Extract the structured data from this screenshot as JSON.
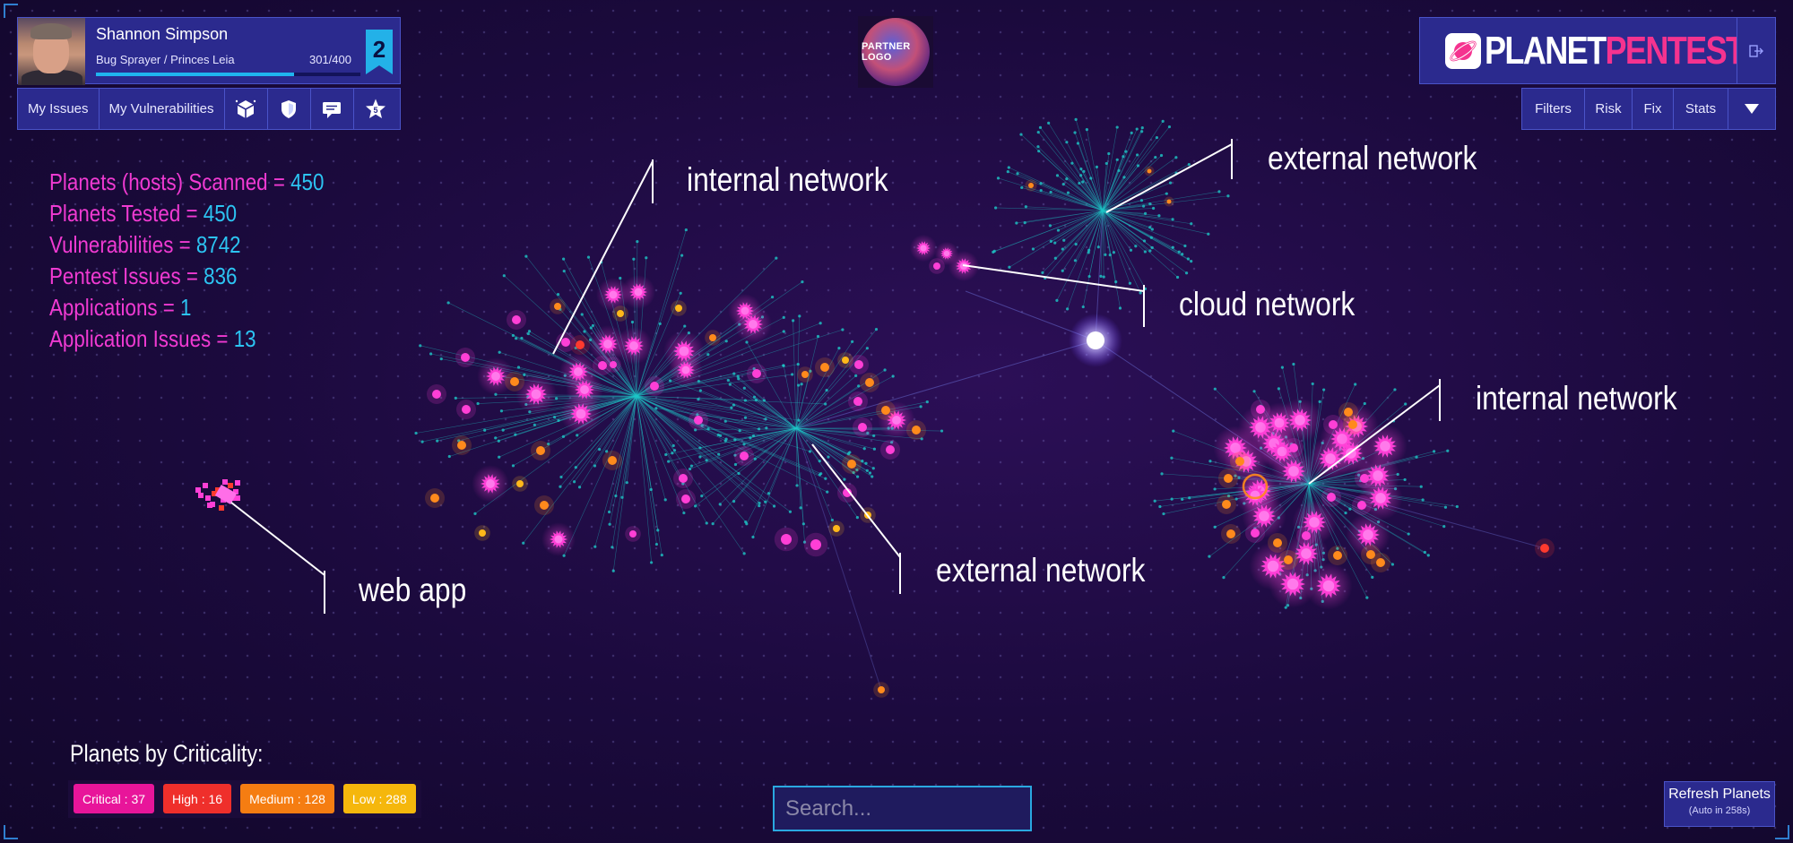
{
  "user": {
    "name": "Shannon Simpson",
    "title": "Bug Sprayer / Princes Leia",
    "xp": "301/400",
    "xp_fraction": 0.75,
    "level": "2"
  },
  "nav": {
    "my_issues": "My Issues",
    "my_vulnerabilities": "My Vulnerabilities",
    "icons": [
      "cube-icon",
      "shield-icon",
      "chat-icon",
      "star-badge-icon"
    ],
    "star_badge_count": "5"
  },
  "partner": {
    "logo_text": "PARTNER LOGO"
  },
  "brand": {
    "part1": "PLANET",
    "part2": "PENTEST",
    "reg": "®"
  },
  "right_nav": {
    "filters": "Filters",
    "risk": "Risk",
    "fix": "Fix",
    "stats": "Stats"
  },
  "stats": [
    {
      "label": "Planets (hosts) Scanned = ",
      "value": "450"
    },
    {
      "label": "Planets Tested = ",
      "value": "450"
    },
    {
      "label": "Vulnerabilities = ",
      "value": "8742"
    },
    {
      "label": "Pentest Issues = ",
      "value": "836"
    },
    {
      "label": "Applications = ",
      "value": "1"
    },
    {
      "label": "Application Issues = ",
      "value": "13"
    }
  ],
  "annotations": {
    "internal_network_1": "internal network",
    "external_network_1": "external network",
    "cloud_network": "cloud network",
    "internal_network_2": "internal network",
    "external_network_2": "external network",
    "web_app": "web app"
  },
  "legend": {
    "title": "Planets by Criticality:",
    "items": [
      {
        "label": "Critical : 37",
        "color": "#e8159a"
      },
      {
        "label": "High : 16",
        "color": "#ef2f2b"
      },
      {
        "label": "Medium : 128",
        "color": "#f57d12"
      },
      {
        "label": "Low : 288",
        "color": "#f5b70c"
      }
    ]
  },
  "search": {
    "placeholder": "Search..."
  },
  "refresh": {
    "label": "Refresh Planets",
    "sub": "(Auto in 258s)"
  },
  "colors": {
    "panel": "#2b2a8e",
    "accent_pink": "#f03ad2",
    "accent_blue": "#2cc4f2"
  }
}
